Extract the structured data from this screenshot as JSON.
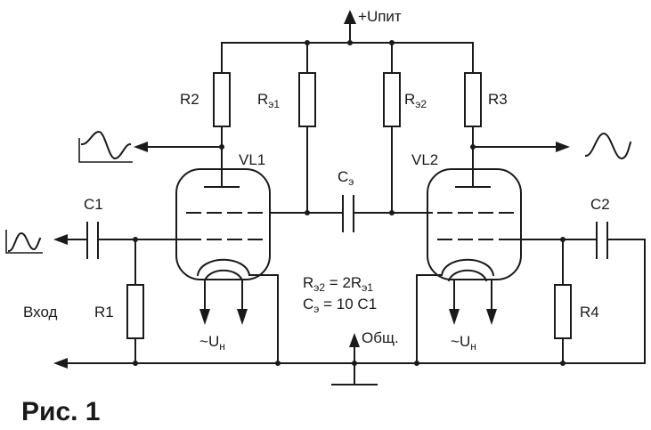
{
  "caption": "Рис. 1",
  "supply": {
    "symbol": "+",
    "u": "U",
    "sub": "пит"
  },
  "ground_label": "Общ.",
  "input_label": "Вход",
  "resistors": {
    "r1": "R1",
    "r2": "R2",
    "r3": "R3",
    "r4": "R4",
    "re1": {
      "r": "R",
      "sub": "э1"
    },
    "re2": {
      "r": "R",
      "sub": "э2"
    }
  },
  "capacitors": {
    "c1": "C1",
    "c2": "C2",
    "ce": {
      "c": "C",
      "sub": "э"
    }
  },
  "tubes": {
    "vl1": "VL1",
    "vl2": "VL2"
  },
  "heater": {
    "tilde": "~",
    "u": "U",
    "sub": "н"
  },
  "formulas": {
    "line1": {
      "a": "R",
      "a_sub": "э2",
      "mid": " = 2R",
      "b_sub": "э1"
    },
    "line2": {
      "a": "C",
      "a_sub": "э",
      "mid": " = 10 C1"
    }
  },
  "colors": {
    "ink": "#1a1a1a",
    "background": "#ffffff"
  }
}
